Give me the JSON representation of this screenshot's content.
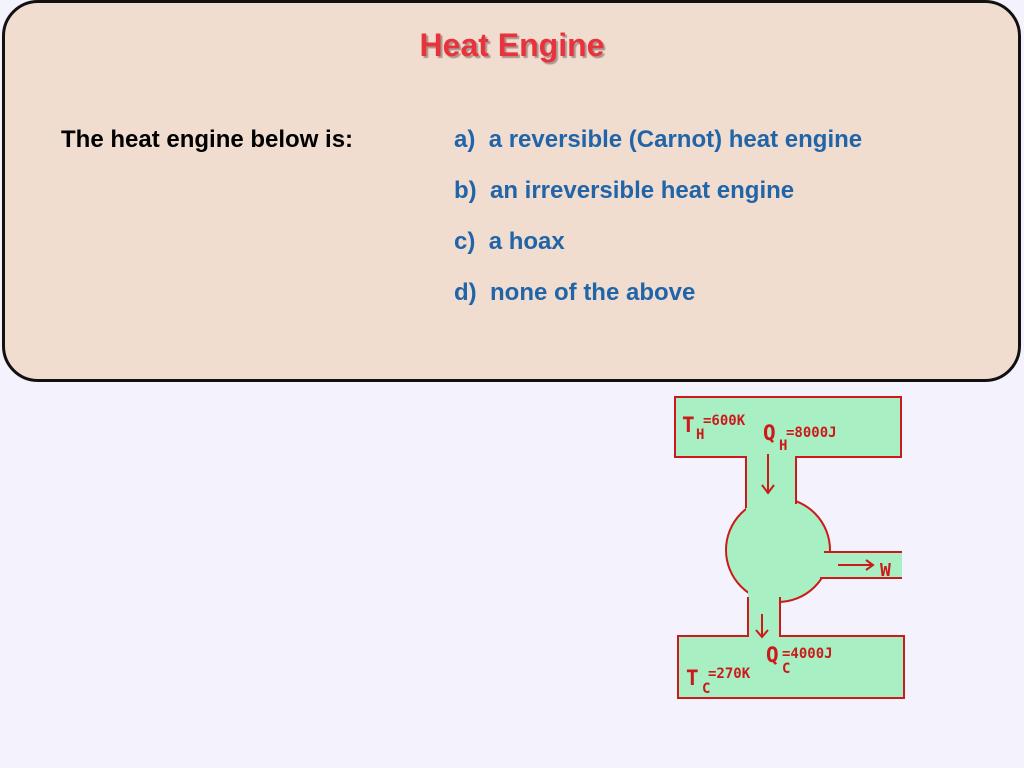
{
  "title": "Heat Engine",
  "question": "The heat engine below is:",
  "options": [
    {
      "letter": "a)",
      "text": "a reversible (Carnot) heat engine"
    },
    {
      "letter": "b)",
      "text": "an irreversible heat engine"
    },
    {
      "letter": "c)",
      "text": "a hoax"
    },
    {
      "letter": "d)",
      "text": "none of the above"
    }
  ],
  "diagram": {
    "hot_reservoir": {
      "temp_symbol": "T",
      "temp_sub": "H",
      "temp_value": "=600K",
      "heat_symbol": "Q",
      "heat_sub": "H",
      "heat_value": "=8000J"
    },
    "cold_reservoir": {
      "temp_symbol": "T",
      "temp_sub": "C",
      "temp_value": "=270K",
      "heat_symbol": "Q",
      "heat_sub": "C",
      "heat_value": "=4000J"
    },
    "work_label": "W",
    "colors": {
      "fill": "#a8f0c4",
      "stroke": "#cc1a1a",
      "text": "#cc1a1a"
    }
  },
  "colors": {
    "background": "#f3f2fd",
    "panel": "#f0ddd0",
    "title": "#e8323c",
    "option_text": "#2165a8"
  }
}
